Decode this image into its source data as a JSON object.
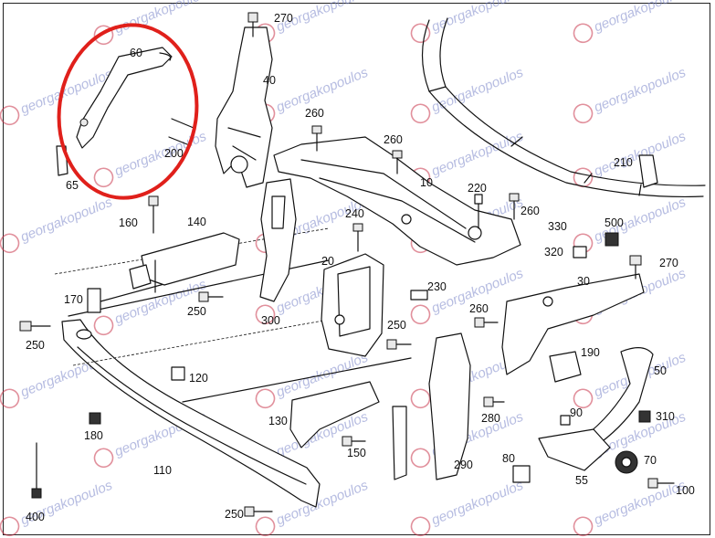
{
  "watermark": {
    "text": "georgakopoulos",
    "color": "#7b86c9"
  },
  "highlight": {
    "color": "#e0201b",
    "target_part": "60"
  },
  "part_labels": [
    "270",
    "60",
    "40",
    "260",
    "260",
    "200",
    "65",
    "210",
    "10",
    "220",
    "260",
    "160",
    "140",
    "240",
    "330",
    "500",
    "320",
    "270",
    "20",
    "230",
    "30",
    "170",
    "250",
    "250",
    "260",
    "300",
    "250",
    "120",
    "190",
    "50",
    "90",
    "310",
    "130",
    "280",
    "180",
    "110",
    "150",
    "290",
    "80",
    "70",
    "55",
    "400",
    "100",
    "250"
  ]
}
